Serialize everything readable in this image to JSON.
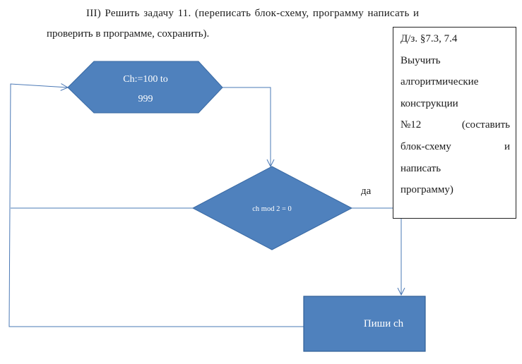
{
  "task": {
    "line1": "III) Решить задачу 11. (переписать блок-схему, программу написать и",
    "line2": "проверить в программе, сохранить)."
  },
  "flowchart": {
    "loop_label_line1": "Ch:=100 to",
    "loop_label_line2": "999",
    "condition_label": "ch mod 2 = 0",
    "yes_label": "да",
    "output_label": "Пиши ch",
    "fill_color": "#4f81bd",
    "stroke_color": "#3a6aa4",
    "edge_color": "#4a78b5"
  },
  "homework": {
    "line1": "Д/з. §7.3, 7.4",
    "line2": "Выучить",
    "line3": "алгоритмические",
    "line4": "конструкции",
    "line5_left": "№12",
    "line5_right": "(составить",
    "line6_left": "блок-схему",
    "line6_right": "и",
    "line7": "написать",
    "line8": "программу)"
  }
}
